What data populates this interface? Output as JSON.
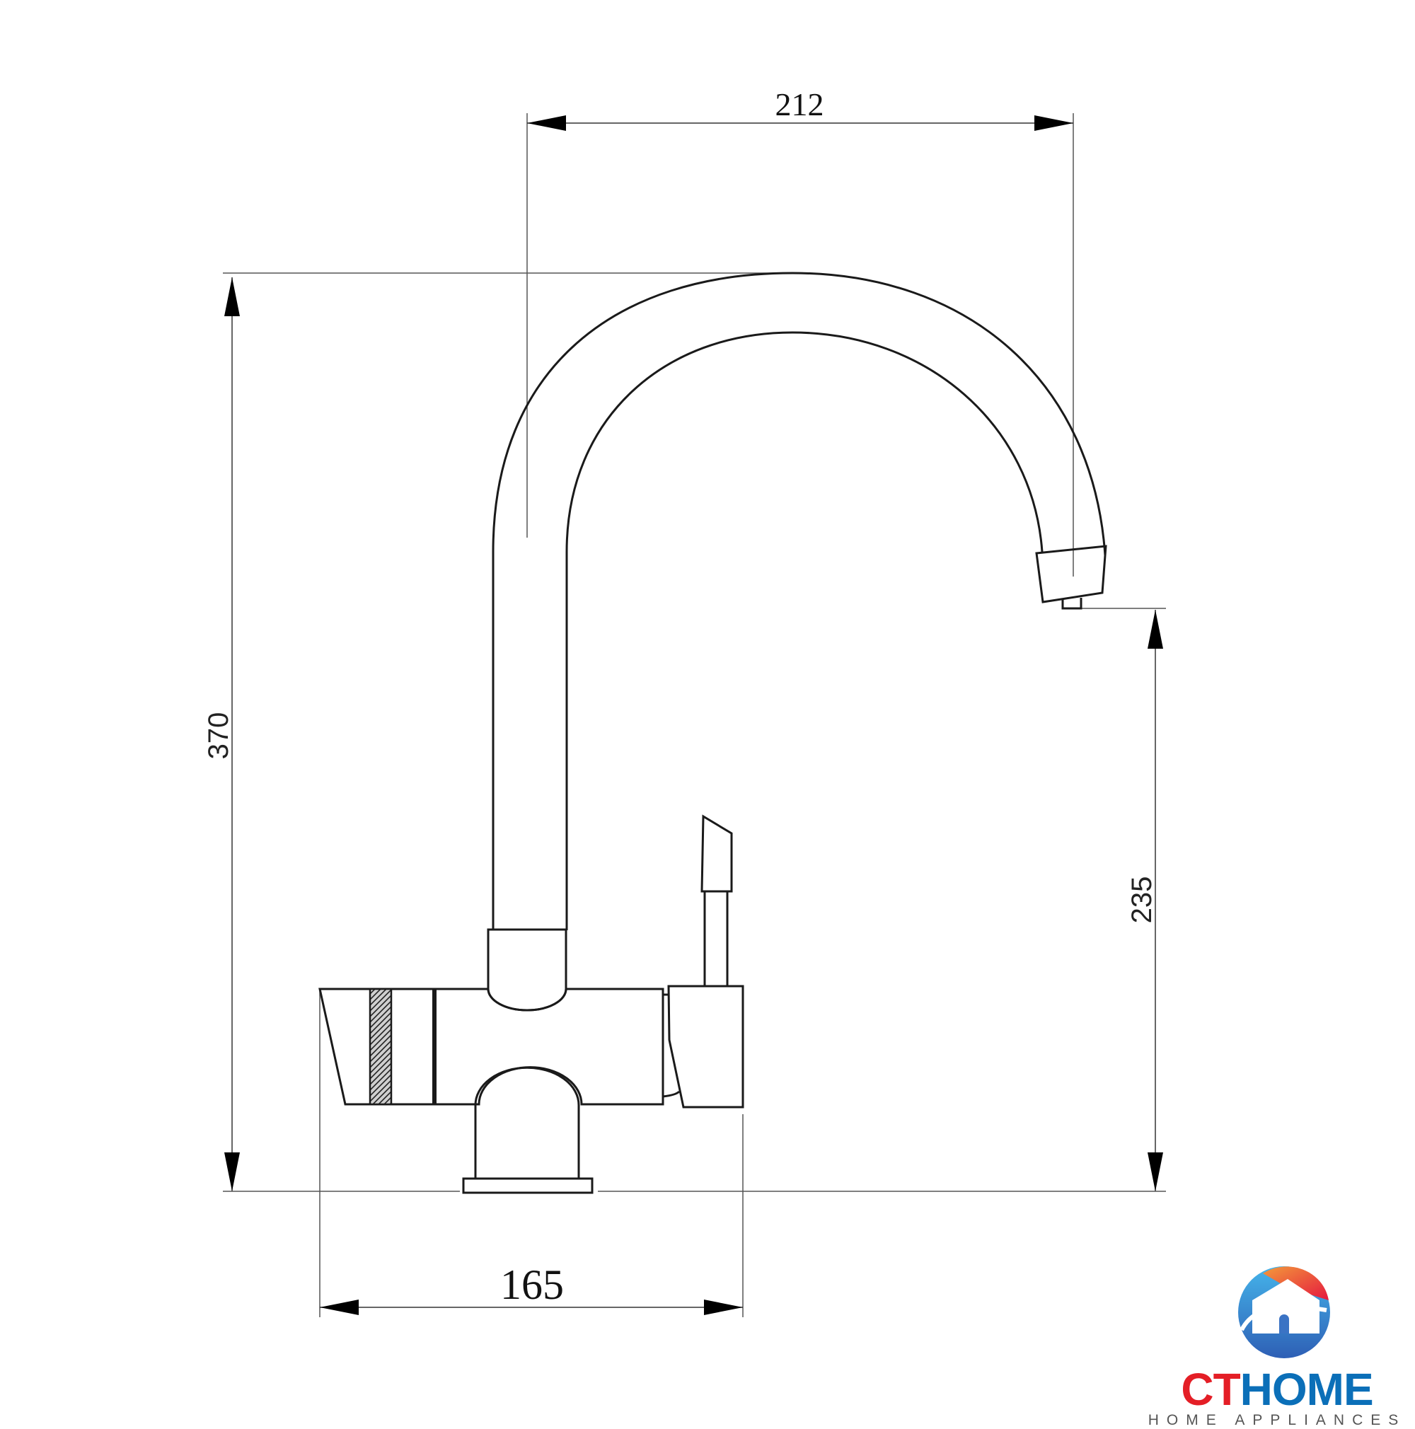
{
  "drawing": {
    "subject": "Kitchen faucet side elevation",
    "units": "mm",
    "dimensions": {
      "spout_reach": "212",
      "total_height": "370",
      "spout_outlet_height": "235",
      "body_width": "165"
    }
  },
  "logo": {
    "brand_part1": "CT",
    "brand_part2": "HOME",
    "tagline": "HOME APPLIANCES",
    "colors": {
      "red": "#e41e26",
      "blue": "#0b6fb8",
      "orange": "#f07a3a",
      "light_blue": "#3aa0dc"
    }
  }
}
